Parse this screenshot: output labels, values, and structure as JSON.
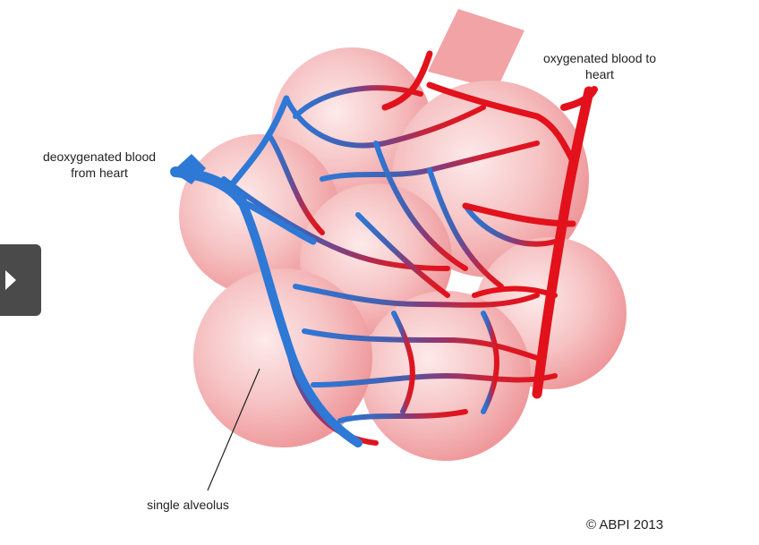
{
  "labels": {
    "oxygenated": "oxygenated blood to heart",
    "deoxygenated": "deoxygenated blood from heart",
    "alveolus": "single alveolus",
    "copyright": "© ABPI 2013"
  },
  "colors": {
    "alveolus_pink": "#f1a3a6",
    "alveolus_light": "#fbe3e3",
    "arterial_red": "#e2111b",
    "venous_blue": "#2e78d6",
    "play_button": "#4a4a4a"
  },
  "icons": {
    "play": "play-icon"
  }
}
